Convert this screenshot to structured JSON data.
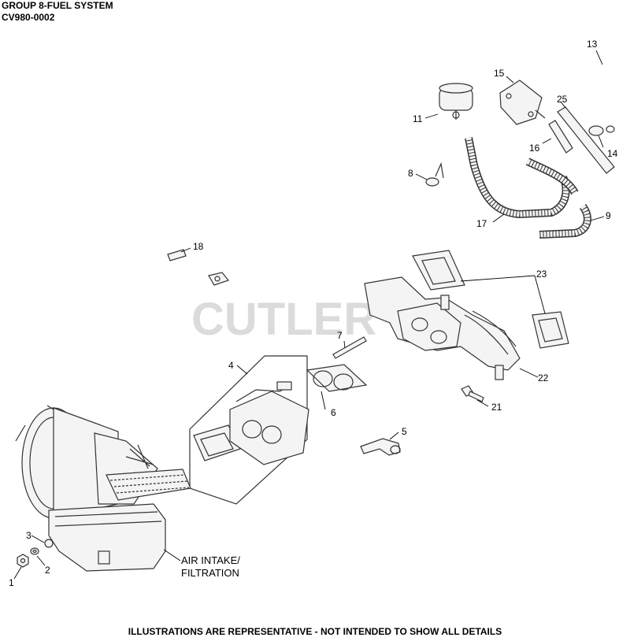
{
  "header": {
    "group": "GROUP 8-FUEL SYSTEM",
    "model": "CV980-0002"
  },
  "watermark": "CUTLER",
  "callouts": {
    "c1": "1",
    "c2": "2",
    "c3": "3",
    "c4": "4",
    "c5": "5",
    "c6": "6",
    "c7": "7",
    "c8": "8",
    "c9": "9",
    "c11": "11",
    "c13": "13",
    "c14": "14",
    "c15": "15",
    "c16": "16",
    "c17": "17",
    "c18": "18",
    "c21": "21",
    "c22": "22",
    "c23": "23",
    "c25": "25"
  },
  "air_intake_label": {
    "line1": "AIR INTAKE/",
    "line2": "FILTRATION"
  },
  "footer": "ILLUSTRATIONS ARE REPRESENTATIVE - NOT INTENDED TO SHOW ALL DETAILS"
}
